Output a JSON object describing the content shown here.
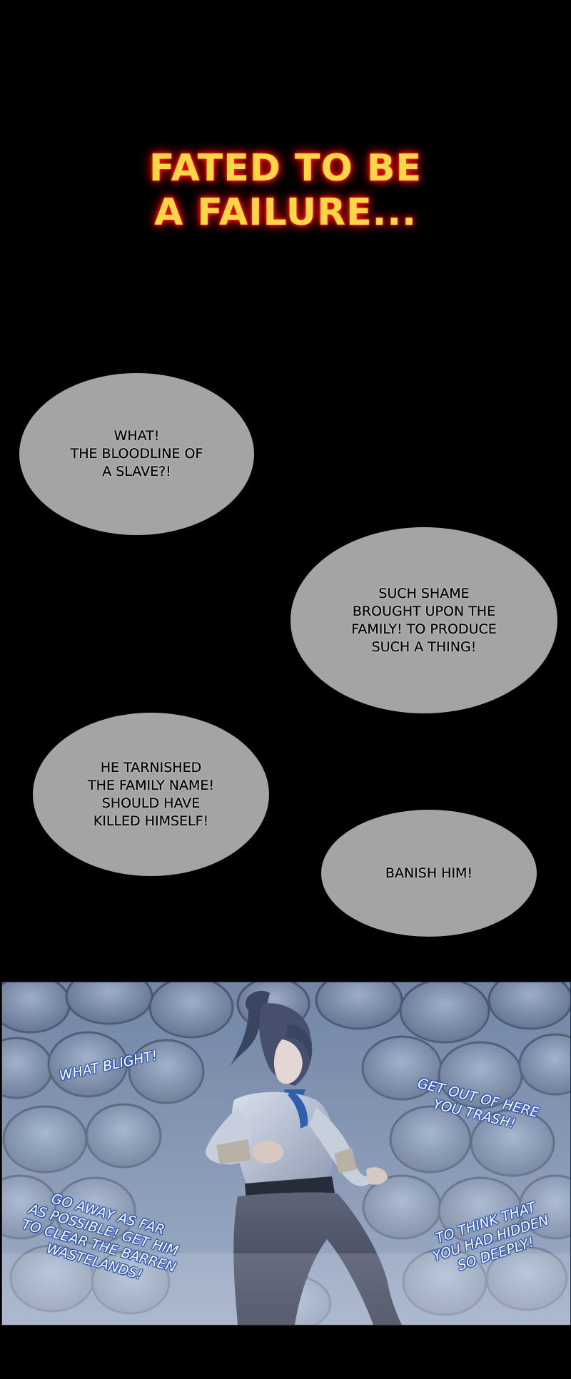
{
  "title": {
    "line1": "FATED TO BE",
    "line2": "A FAILURE..."
  },
  "bubbles": [
    {
      "lines": [
        "WHAT!",
        "THE BLOODLINE OF",
        "A SLAVE?!"
      ]
    },
    {
      "lines": [
        "SUCH SHAME",
        "BROUGHT UPON THE",
        "FAMILY! TO PRODUCE",
        "SUCH A THING!"
      ]
    },
    {
      "lines": [
        "HE TARNISHED",
        "THE FAMILY NAME!",
        "SHOULD HAVE",
        "KILLED HIMSELF!"
      ]
    },
    {
      "lines": [
        "BANISH HIM!"
      ]
    }
  ],
  "panel_sfx": [
    {
      "lines": [
        "WHAT BLIGHT!"
      ]
    },
    {
      "lines": [
        "GET OUT OF HERE",
        "YOU TRASH!"
      ]
    },
    {
      "lines": [
        "GO AWAY AS FAR",
        "AS POSSIBLE! GET HIM",
        "TO CLEAR THE BARREN",
        "WASTELANDS!"
      ]
    },
    {
      "lines": [
        "TO THINK THAT",
        "YOU HAD HIDDEN",
        "SO DEEPLY!"
      ]
    }
  ]
}
